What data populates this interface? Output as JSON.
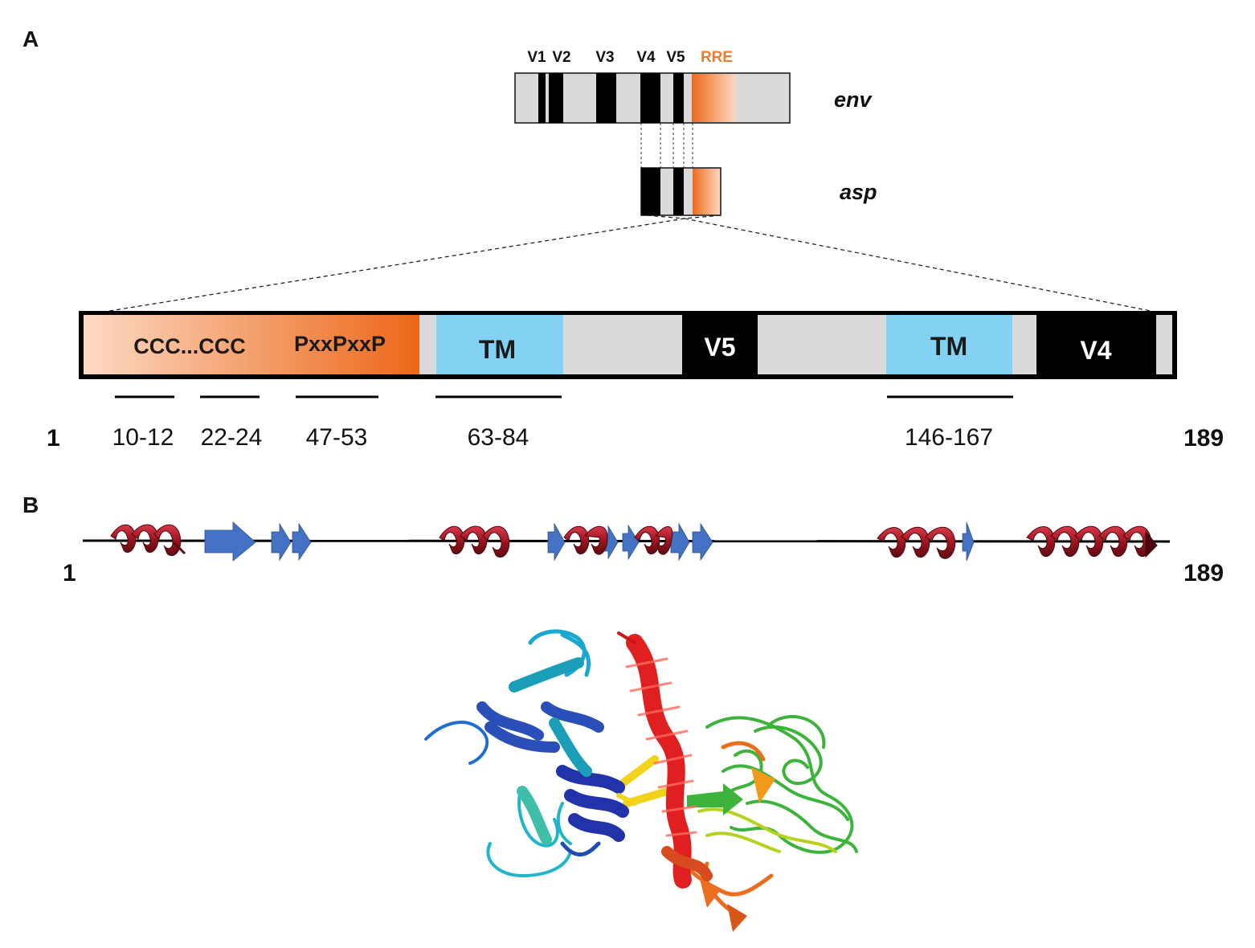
{
  "panels": {
    "a_label": "A",
    "b_label": "B"
  },
  "env_gene": {
    "label": "env",
    "regions": [
      "V1",
      "V2",
      "V3",
      "V4",
      "V5"
    ],
    "rre_label": "RRE",
    "rre_color": "#f07b2c"
  },
  "asp_gene": {
    "label": "asp"
  },
  "protein_bar": {
    "domains": {
      "ccc_motif": "CCC...CCC",
      "proline_motif": "PxxPxxP",
      "tm1": "TM",
      "v5": "V5",
      "tm2": "TM",
      "v4": "V4"
    },
    "ranges": [
      "10-12",
      "22-24",
      "47-53",
      "63-84",
      "146-167"
    ],
    "start": "1",
    "end": "189"
  },
  "secondary_structure": {
    "start": "1",
    "end": "189",
    "helix_color": "#b0182a",
    "strand_color": "#4472c4"
  },
  "colors": {
    "variable_region": "#000000",
    "constant_region": "#d9dad9",
    "tm_domain": "#83d1f3",
    "orange_dark": "#ea6a1e",
    "orange_light": "#fbd5bd"
  }
}
